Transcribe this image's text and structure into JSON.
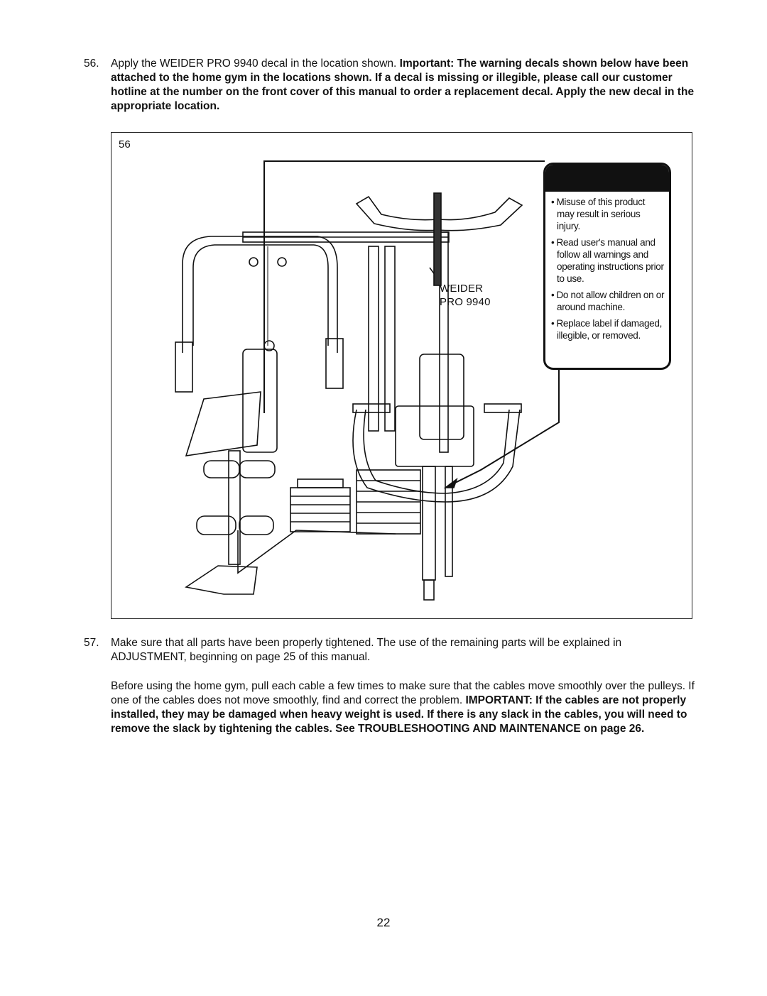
{
  "step56": {
    "number": "56.",
    "text_plain": "Apply the WEIDER PRO 9940 decal in the location shown.",
    "text_bold": "Important: The warning decals shown below have been attached to the home gym in the locations shown. If a decal is missing or illegible, please call our customer hotline at the number on the front cover of this manual to order a replacement decal. Apply the new decal in the appropriate location."
  },
  "figure": {
    "label": "56",
    "brand_line1": "WEIDER",
    "brand_line2": "PRO 9940",
    "warning_decal": {
      "items": [
        "Misuse of this product may result in serious injury.",
        "Read user's manual and follow all warnings and operating instructions prior to use.",
        "Do not allow children on or around machine.",
        "Replace label if damaged, illegible, or removed."
      ]
    }
  },
  "step57": {
    "number": "57.",
    "text": "Make sure that all parts have been properly tightened. The use of the remaining parts will be explained in ADJUSTMENT, beginning on page 25 of this manual.",
    "para2_plain": "Before using the home gym, pull each cable a few times to make sure that the cables move smoothly over the pulleys. If one of the cables does not move smoothly, find and correct the problem.",
    "para2_bold": "IMPORTANT: If the cables are not properly installed, they may be damaged when heavy weight is used. If there is any slack in the cables, you will need to remove the slack by tightening the cables. See TROUBLESHOOTING AND MAINTENANCE on page 26."
  },
  "page_number": "22"
}
